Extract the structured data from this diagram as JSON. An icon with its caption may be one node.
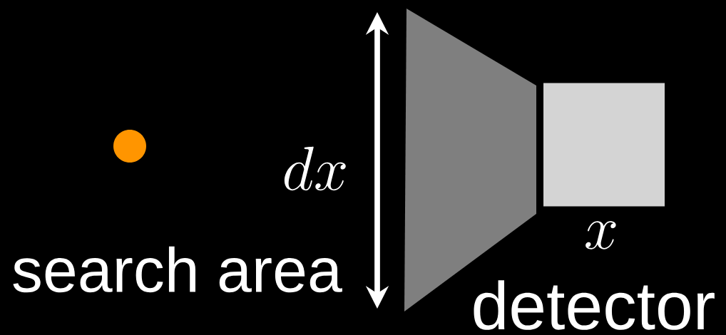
{
  "diagram": {
    "nodes": [
      {
        "text": [],
        "shape": "circle"
      },
      {
        "text": [],
        "shape": "trapezoid"
      },
      {
        "text": [],
        "shape": "box"
      }
    ],
    "labels": [
      "search area",
      "dx",
      "x",
      "detector"
    ]
  }
}
